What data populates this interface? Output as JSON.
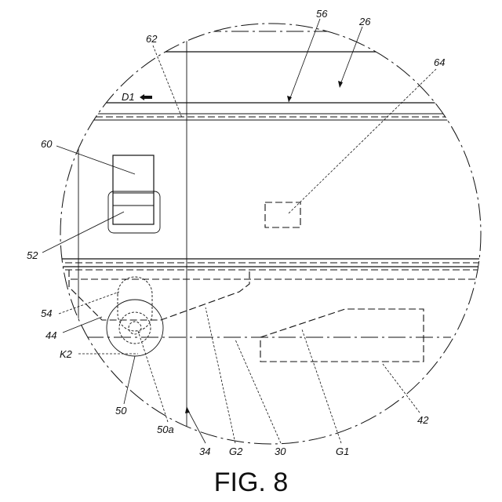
{
  "figure": {
    "caption": "FIG. 8"
  },
  "reference_labels": {
    "l56": "56",
    "l26": "26",
    "l62": "62",
    "l64": "64",
    "d1": "D1",
    "l60": "60",
    "l52": "52",
    "l54": "54",
    "l44": "44",
    "k2": "K2",
    "l50": "50",
    "l50a": "50a",
    "l34": "34",
    "g2": "G2",
    "l30": "30",
    "g1": "G1",
    "l42": "42"
  }
}
